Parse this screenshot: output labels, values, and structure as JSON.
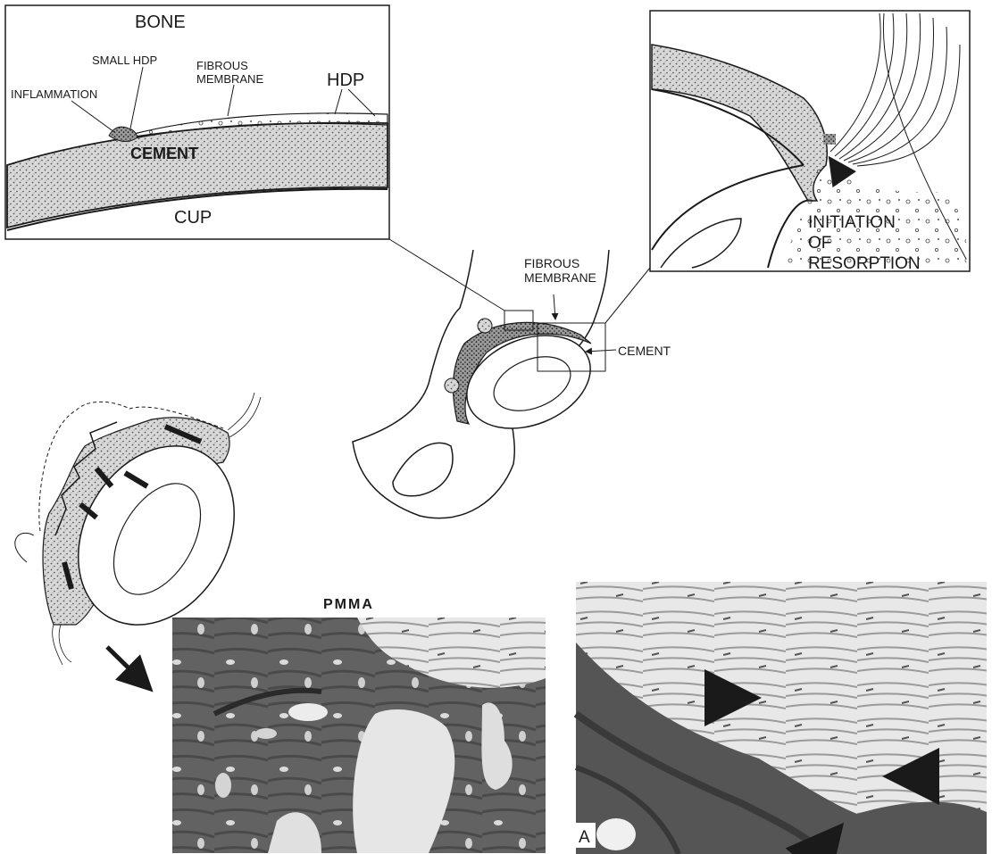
{
  "inset_left": {
    "bone_label": "BONE",
    "small_hdp_label": "SMALL HDP",
    "fibrous_line1": "FIBROUS",
    "fibrous_line2": "MEMBRANE",
    "hdp_label": "HDP",
    "inflammation_label": "INFLAMMATION",
    "cement_label": "CEMENT",
    "cup_label": "CUP"
  },
  "inset_right": {
    "initiation_line1": "INITIATION",
    "initiation_line2": "OF",
    "initiation_line3": "RESORPTION"
  },
  "center": {
    "fibrous_line1": "FIBROUS",
    "fibrous_line2": "MEMBRANE",
    "cement_label": "CEMENT"
  },
  "micrographs": {
    "pmma_label": "PMMA",
    "panel_letter": "A"
  },
  "colors": {
    "ink": "#1a1a1a",
    "stipple": "#7a7a7a",
    "tissue_dark": "#5b5b5b",
    "tissue_mid": "#8f8f8f",
    "tissue_light": "#e3e3e3"
  }
}
